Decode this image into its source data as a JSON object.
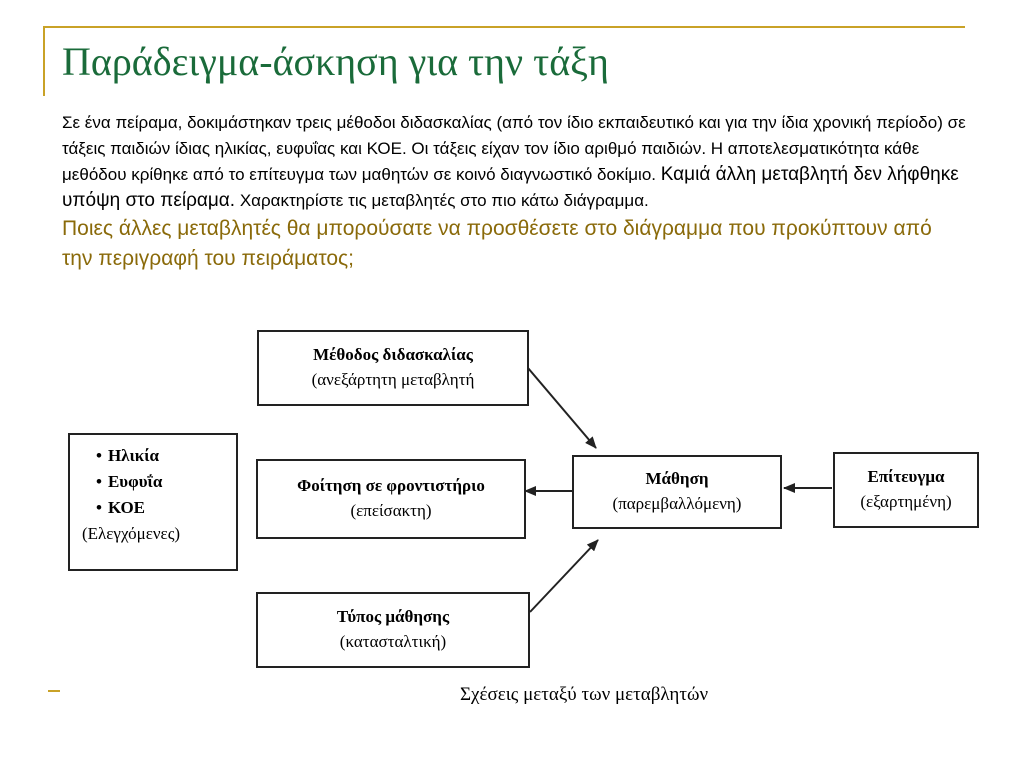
{
  "title": "Παράδειγμα-άσκηση για την τάξη",
  "paragraph": {
    "part1": "Σε ένα πείραμα, δοκιμάστηκαν τρεις μέθοδοι διδασκαλίας (από τον ίδιο εκπαιδευτικό και για την ίδια χρονική περίοδο) σε τάξεις παιδιών ίδιας ηλικίας, ευφυΐας και ΚΟΕ. Οι τάξεις είχαν τον ίδιο αριθμό παιδιών. Η αποτελεσματικότητα κάθε μεθόδου κρίθηκε από το επίτευγμα των μαθητών σε κοινό διαγνωστικό δοκίμιο.",
    "part2": "Καμιά άλλη μεταβλητή δεν λήφθηκε υπόψη στο πείραμα.",
    "part3": "Χαρακτηρίστε τις μεταβλητές στο πιο κάτω διάγραμμα.",
    "question": "Ποιες άλλες μεταβλητές θα μπορούσατε να προσθέσετε στο διάγραμμα που προκύπτουν από την περιγραφή του πειράματος;"
  },
  "diagram": {
    "method": {
      "name": "Μέθοδος διδασκαλίας",
      "kind": "(ανεξάρτητη μεταβλητή"
    },
    "tutoring": {
      "name": "Φοίτηση σε φροντιστήριο",
      "kind": "(επείσακτη)"
    },
    "learning_type": {
      "name": "Τύπος μάθησης",
      "kind": "(κατασταλτική)"
    },
    "learning": {
      "name": "Μάθηση",
      "kind": "(παρεμβαλλόμενη)"
    },
    "achievement": {
      "name": "Επίτευγμα",
      "kind": "(εξαρτημένη)"
    },
    "controlled": {
      "items": [
        "Ηλικία",
        "Ευφυΐα",
        "ΚΟΕ"
      ],
      "kind": "(Ελεγχόμενες)"
    },
    "caption": "Σχέσεις μεταξύ των μεταβλητών"
  }
}
